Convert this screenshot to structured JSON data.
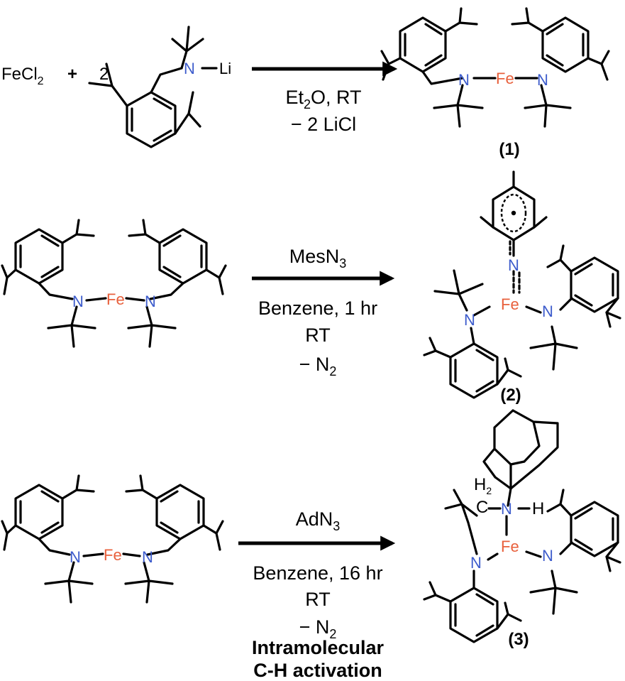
{
  "colors": {
    "N": "#3d5ccc",
    "Fe": "#e8603c",
    "bond": "#000000",
    "background": "#ffffff"
  },
  "reaction1": {
    "reagent": "FeCl",
    "reagent_sub": "2",
    "plus": "+",
    "stoich": "2",
    "amide_N": "N",
    "amide_Li": "Li",
    "conditions_line1": "Et",
    "conditions_line1_sub": "2",
    "conditions_line1_rest": "O, RT",
    "conditions_line2": "− 2 LiCl",
    "product_label": "(1)"
  },
  "reaction2": {
    "reagent": "MesN",
    "reagent_sub": "3",
    "conditions_line1": "Benzene, 1 hr",
    "conditions_line2": "RT",
    "conditions_line3": "− N",
    "conditions_line3_sub": "2",
    "product_label": "(2)"
  },
  "reaction3": {
    "reagent": "AdN",
    "reagent_sub": "3",
    "conditions_line1": "Benzene, 16 hr",
    "conditions_line2": "RT",
    "conditions_line3": "− N",
    "conditions_line3_sub": "2",
    "conditions_line4": "Intramolecular",
    "conditions_line5": "C-H activation",
    "product_label": "(3)",
    "ch2_label": "H",
    "ch2_sub": "2",
    "c_label": "C",
    "nh_label": "H"
  },
  "atoms": {
    "N": "N",
    "Fe": "Fe"
  }
}
